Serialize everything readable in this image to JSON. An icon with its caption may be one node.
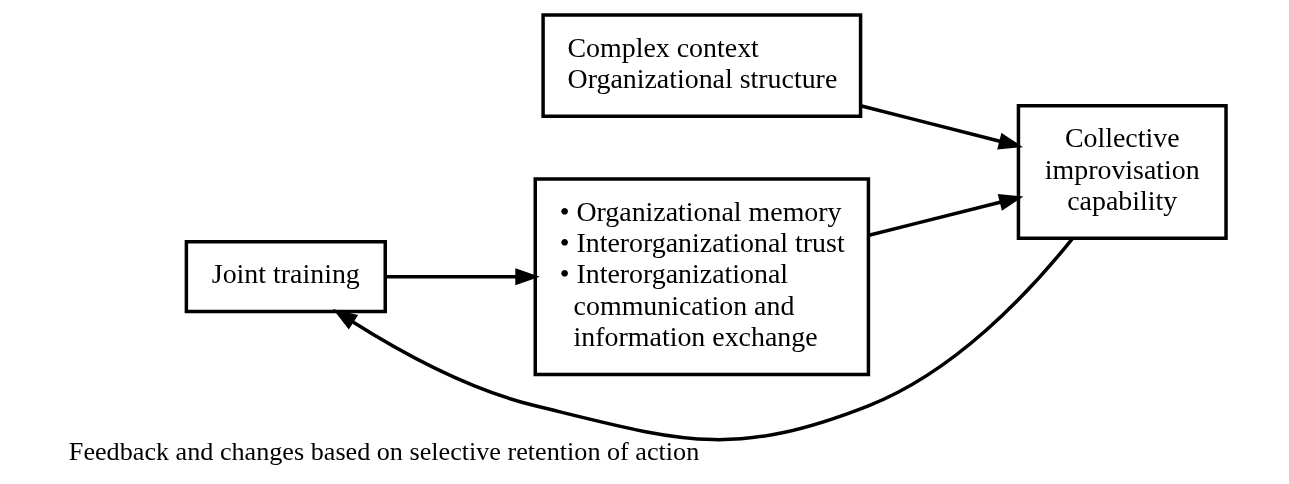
{
  "diagram": {
    "nodes": [
      {
        "text": [
          "Complex context",
          "Organizational structure"
        ]
      },
      {
        "text": [
          "Joint training"
        ]
      },
      {
        "text": [
          "• Organizational memory",
          "• Interorganizational trust",
          "• Interorganizational communication and information exchange"
        ]
      },
      {
        "text": [
          "Collective improvisation capability"
        ]
      }
    ],
    "edges": [
      {
        "from": 0,
        "to": 3,
        "arrow": "to"
      },
      {
        "from": 1,
        "to": 2,
        "arrow": "to"
      },
      {
        "from": 2,
        "to": 3,
        "arrow": "to"
      },
      {
        "from": 3,
        "to": 1,
        "arrow": "to",
        "label": "Feedback and changes based on selective retention of action"
      }
    ]
  }
}
